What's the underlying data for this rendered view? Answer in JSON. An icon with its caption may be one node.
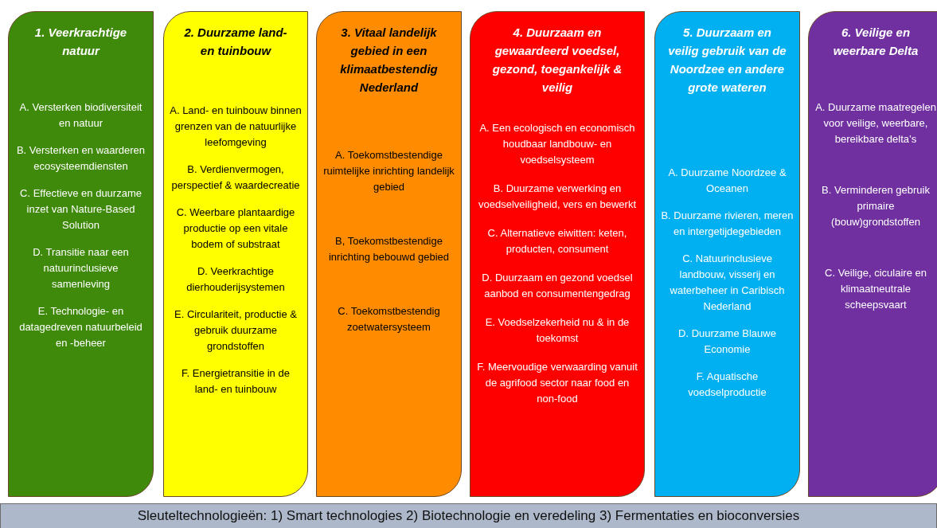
{
  "diagram": {
    "nodes": [
      {
        "text": [
          "1. Veerkrachtige natuur",
          "A. Versterken biodiversiteit en natuur",
          "B. Versterken en waarderen ecosysteemdiensten",
          "C. Effectieve en duurzame inzet van Nature-Based Solution",
          "D. Transitie naar een natuurinclusieve samenleving",
          "E. Technologie- en datagedreven natuurbeleid en -beheer"
        ]
      },
      {
        "text": [
          "2. Duurzame land- en tuinbouw",
          "A. Land- en tuinbouw binnen grenzen van de natuurlijke leefomgeving",
          "B. Verdienvermogen, perspectief & waardecreatie",
          "C. Weerbare plantaardige productie op een vitale bodem of substraat",
          "D. Veerkrachtige dierhouderijsystemen",
          "E. Circulariteit, productie & gebruik duurzame grondstoffen",
          "F. Energietransitie in de land- en tuinbouw"
        ]
      },
      {
        "text": [
          "3. Vitaal landelijk gebied in een klimaatbestendig Nederland",
          "A. Toekomstbestendige ruimtelijke inrichting landelijk gebied",
          "B, Toekomstbestendige inrichting bebouwd gebied",
          "C. Toekomstbestendig zoetwatersysteem"
        ]
      },
      {
        "text": [
          "4. Duurzaam en gewaardeerd voedsel, gezond, toegankelijk & veilig",
          "A. Een ecologisch en economisch houdbaar landbouw- en voedselsysteem",
          "B. Duurzame verwerking en voedselveiligheid, vers en bewerkt",
          "C. Alternatieve eiwitten: keten, producten, consument",
          "D. Duurzaam en gezond voedsel aanbod en consumentengedrag",
          "E. Voedselzekerheid nu & in de toekomst",
          "F. Meervoudige verwaarding vanuit de agrifood sector naar food en non-food"
        ]
      },
      {
        "text": [
          "5. Duurzaam en veilig gebruik van de Noordzee en andere grote wateren",
          "A. Duurzame Noordzee & Oceanen",
          "B. Duurzame rivieren, meren en intergetijdegebieden",
          "C. Natuurinclusieve landbouw, visserij en waterbeheer in Caribisch Nederland",
          "D. Duurzame Blauwe Economie",
          "F. Aquatische voedselproductie"
        ]
      },
      {
        "text": [
          "6. Veilige en weerbare Delta",
          "A. Duurzame maatregelen voor veilige, weerbare, bereikbare delta’s",
          "B. Verminderen gebruik primaire (bouw)grondstoffen",
          "C. Veilige, ciculaire en klimaatneutrale scheepsvaart"
        ]
      },
      {
        "text": [
          "Sleuteltechnologieën: 1) Smart technologies 2) Biotechnologie en veredeling 3) Fermentaties en bioconversies"
        ]
      }
    ]
  }
}
